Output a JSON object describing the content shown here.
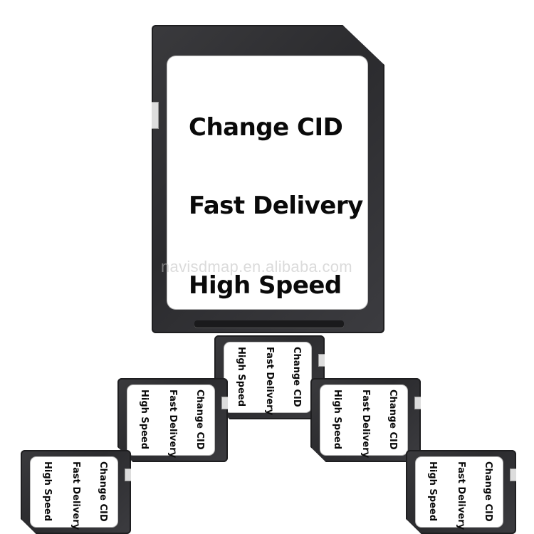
{
  "big_card": {
    "line1": "Change CID",
    "line2": "Fast Delivery",
    "line3": "High Speed"
  },
  "watermark": "navisdmap.en.alibaba.com",
  "small_cards": [
    {
      "line1": "Change CID",
      "line2": "Fast Delivery",
      "line3": "High Speed"
    },
    {
      "line1": "Change CID",
      "line2": "Fast Delivery",
      "line3": "High Speed"
    },
    {
      "line1": "Change CID",
      "line2": "Fast Delivery",
      "line3": "High Speed"
    },
    {
      "line1": "Change CID",
      "line2": "Fast Delivery",
      "line3": "High Speed"
    },
    {
      "line1": "Change CID",
      "line2": "Fast Delivery",
      "line3": "High Speed"
    }
  ],
  "colors": {
    "card_body": "#2f2f32",
    "label": "#ffffff",
    "text": "#0a0a0a",
    "background": "#ffffff"
  }
}
